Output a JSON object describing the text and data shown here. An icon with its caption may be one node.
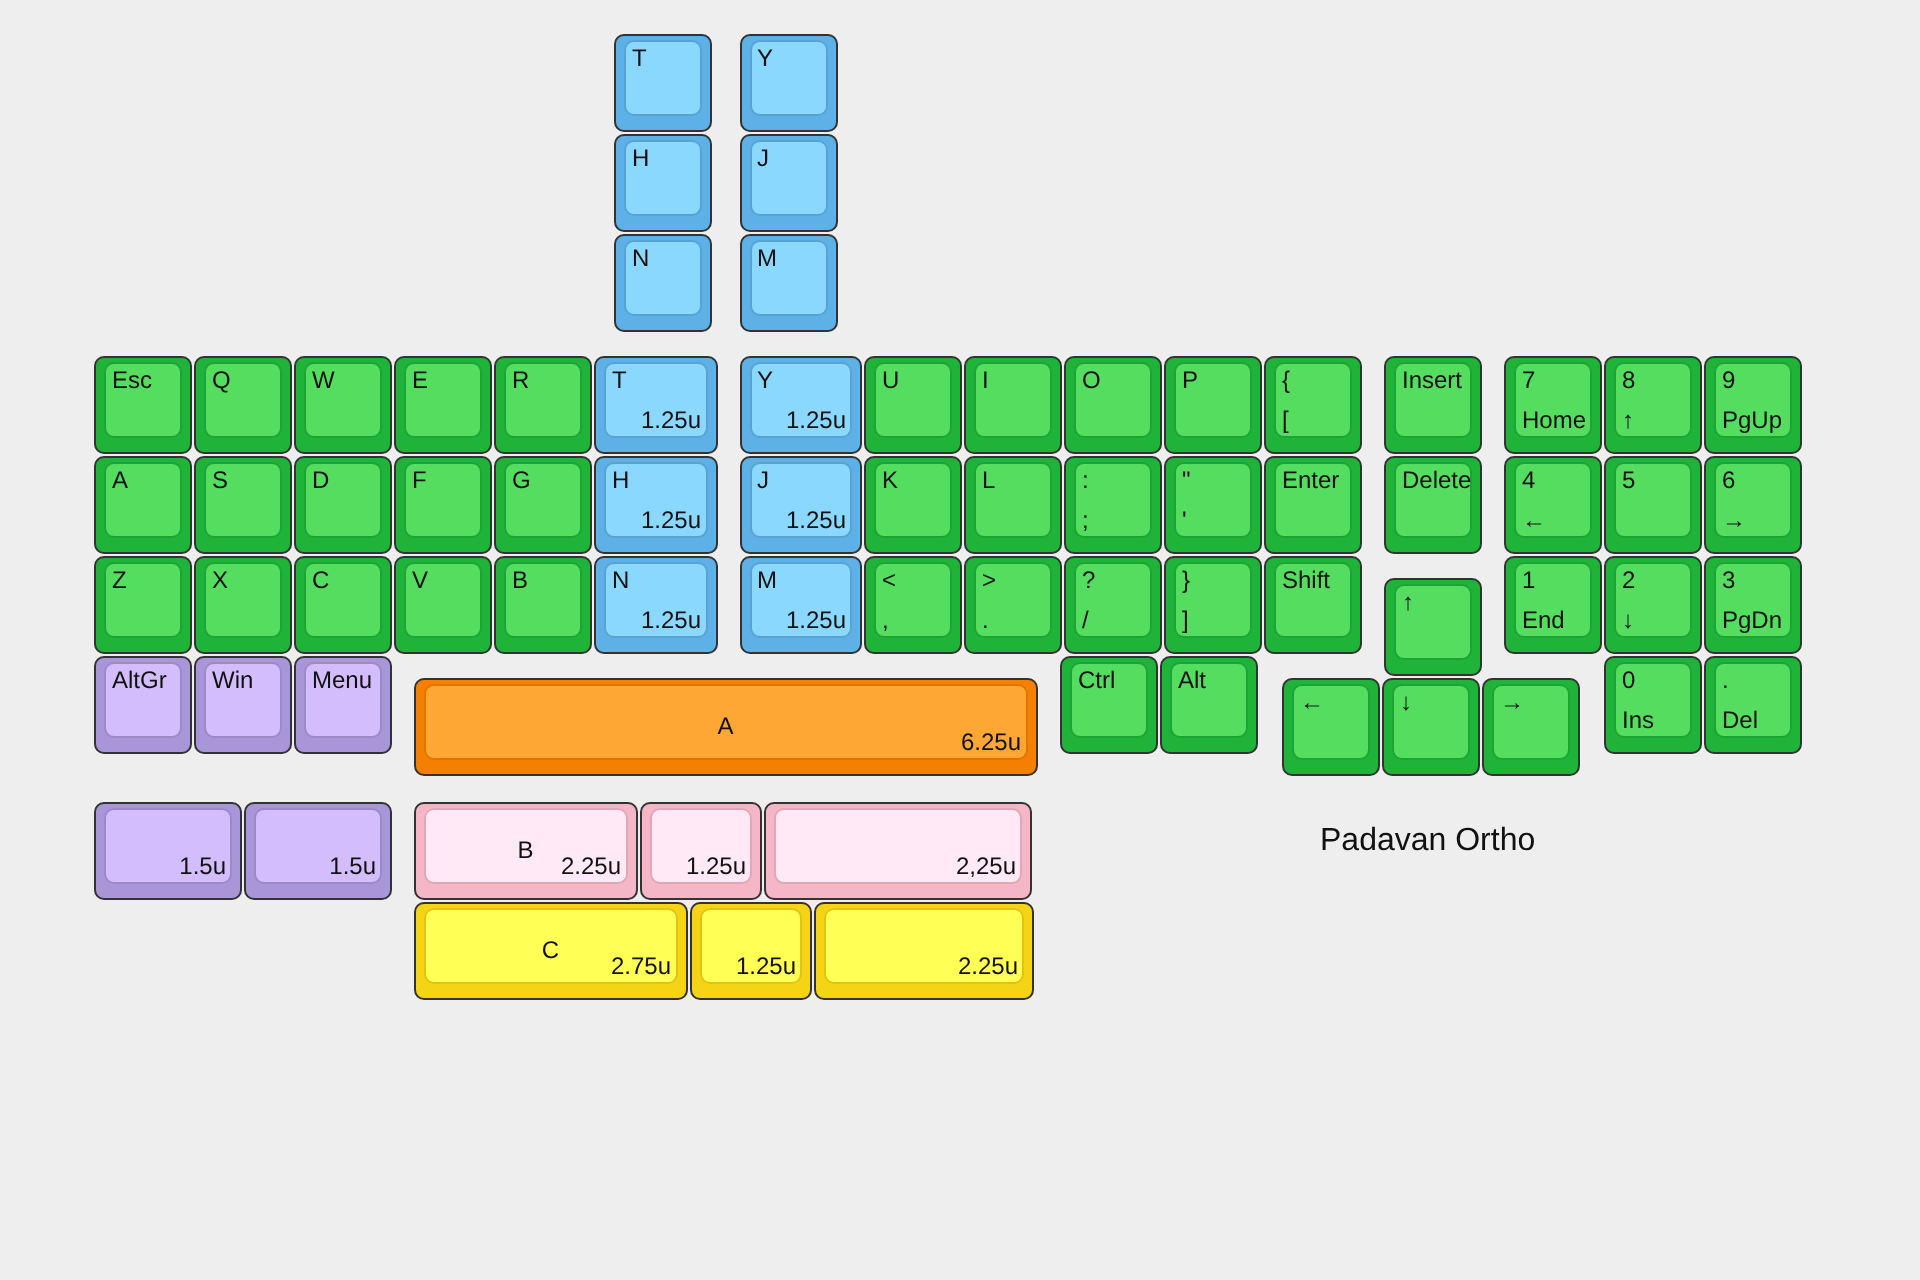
{
  "diagram": {
    "title": "Padavan Ortho",
    "nodes": [
      {
        "text": [
          "T"
        ]
      },
      {
        "text": [
          "Y"
        ]
      },
      {
        "text": [
          "H"
        ]
      },
      {
        "text": [
          "J"
        ]
      },
      {
        "text": [
          "N"
        ]
      },
      {
        "text": [
          "M"
        ]
      },
      {
        "text": [
          "Esc"
        ]
      },
      {
        "text": [
          "Q"
        ]
      },
      {
        "text": [
          "W"
        ]
      },
      {
        "text": [
          "E"
        ]
      },
      {
        "text": [
          "R"
        ]
      },
      {
        "text": [
          "T",
          "1.25u"
        ]
      },
      {
        "text": [
          "Y",
          "1.25u"
        ]
      },
      {
        "text": [
          "U"
        ]
      },
      {
        "text": [
          "I"
        ]
      },
      {
        "text": [
          "O"
        ]
      },
      {
        "text": [
          "P"
        ]
      },
      {
        "text": [
          "{",
          "["
        ]
      },
      {
        "text": [
          "Insert"
        ]
      },
      {
        "text": [
          "7",
          "Home"
        ]
      },
      {
        "text": [
          "8",
          "↑"
        ]
      },
      {
        "text": [
          "9",
          "PgUp"
        ]
      },
      {
        "text": [
          "A"
        ]
      },
      {
        "text": [
          "S"
        ]
      },
      {
        "text": [
          "D"
        ]
      },
      {
        "text": [
          "F"
        ]
      },
      {
        "text": [
          "G"
        ]
      },
      {
        "text": [
          "H",
          "1.25u"
        ]
      },
      {
        "text": [
          "J",
          "1.25u"
        ]
      },
      {
        "text": [
          "K"
        ]
      },
      {
        "text": [
          "L"
        ]
      },
      {
        "text": [
          ":",
          ";"
        ]
      },
      {
        "text": [
          "\"",
          "'"
        ]
      },
      {
        "text": [
          "Enter"
        ]
      },
      {
        "text": [
          "Delete"
        ]
      },
      {
        "text": [
          "4",
          "←"
        ]
      },
      {
        "text": [
          "5"
        ]
      },
      {
        "text": [
          "6",
          "→"
        ]
      },
      {
        "text": [
          "Z"
        ]
      },
      {
        "text": [
          "X"
        ]
      },
      {
        "text": [
          "C"
        ]
      },
      {
        "text": [
          "V"
        ]
      },
      {
        "text": [
          "B"
        ]
      },
      {
        "text": [
          "N",
          "1.25u"
        ]
      },
      {
        "text": [
          "M",
          "1.25u"
        ]
      },
      {
        "text": [
          "<",
          ","
        ]
      },
      {
        "text": [
          ">",
          "."
        ]
      },
      {
        "text": [
          "?",
          "/"
        ]
      },
      {
        "text": [
          "}",
          "]"
        ]
      },
      {
        "text": [
          "Shift"
        ]
      },
      {
        "text": [
          "↑"
        ]
      },
      {
        "text": [
          "1",
          "End"
        ]
      },
      {
        "text": [
          "2",
          "↓"
        ]
      },
      {
        "text": [
          "3",
          "PgDn"
        ]
      },
      {
        "text": [
          "AltGr"
        ]
      },
      {
        "text": [
          "Win"
        ]
      },
      {
        "text": [
          "Menu"
        ]
      },
      {
        "text": [
          "A",
          "6.25u"
        ]
      },
      {
        "text": [
          "Ctrl"
        ]
      },
      {
        "text": [
          "Alt"
        ]
      },
      {
        "text": [
          "←"
        ]
      },
      {
        "text": [
          "↓"
        ]
      },
      {
        "text": [
          "→"
        ]
      },
      {
        "text": [
          "0",
          "Ins"
        ]
      },
      {
        "text": [
          ".",
          "Del"
        ]
      },
      {
        "text": [
          "1.5u"
        ]
      },
      {
        "text": [
          "1.5u"
        ]
      },
      {
        "text": [
          "B",
          "2.25u"
        ]
      },
      {
        "text": [
          "1.25u"
        ]
      },
      {
        "text": [
          "2,25u"
        ]
      },
      {
        "text": [
          "C",
          "2.75u"
        ]
      },
      {
        "text": [
          "1.25u"
        ]
      },
      {
        "text": [
          "2.25u"
        ]
      }
    ]
  }
}
